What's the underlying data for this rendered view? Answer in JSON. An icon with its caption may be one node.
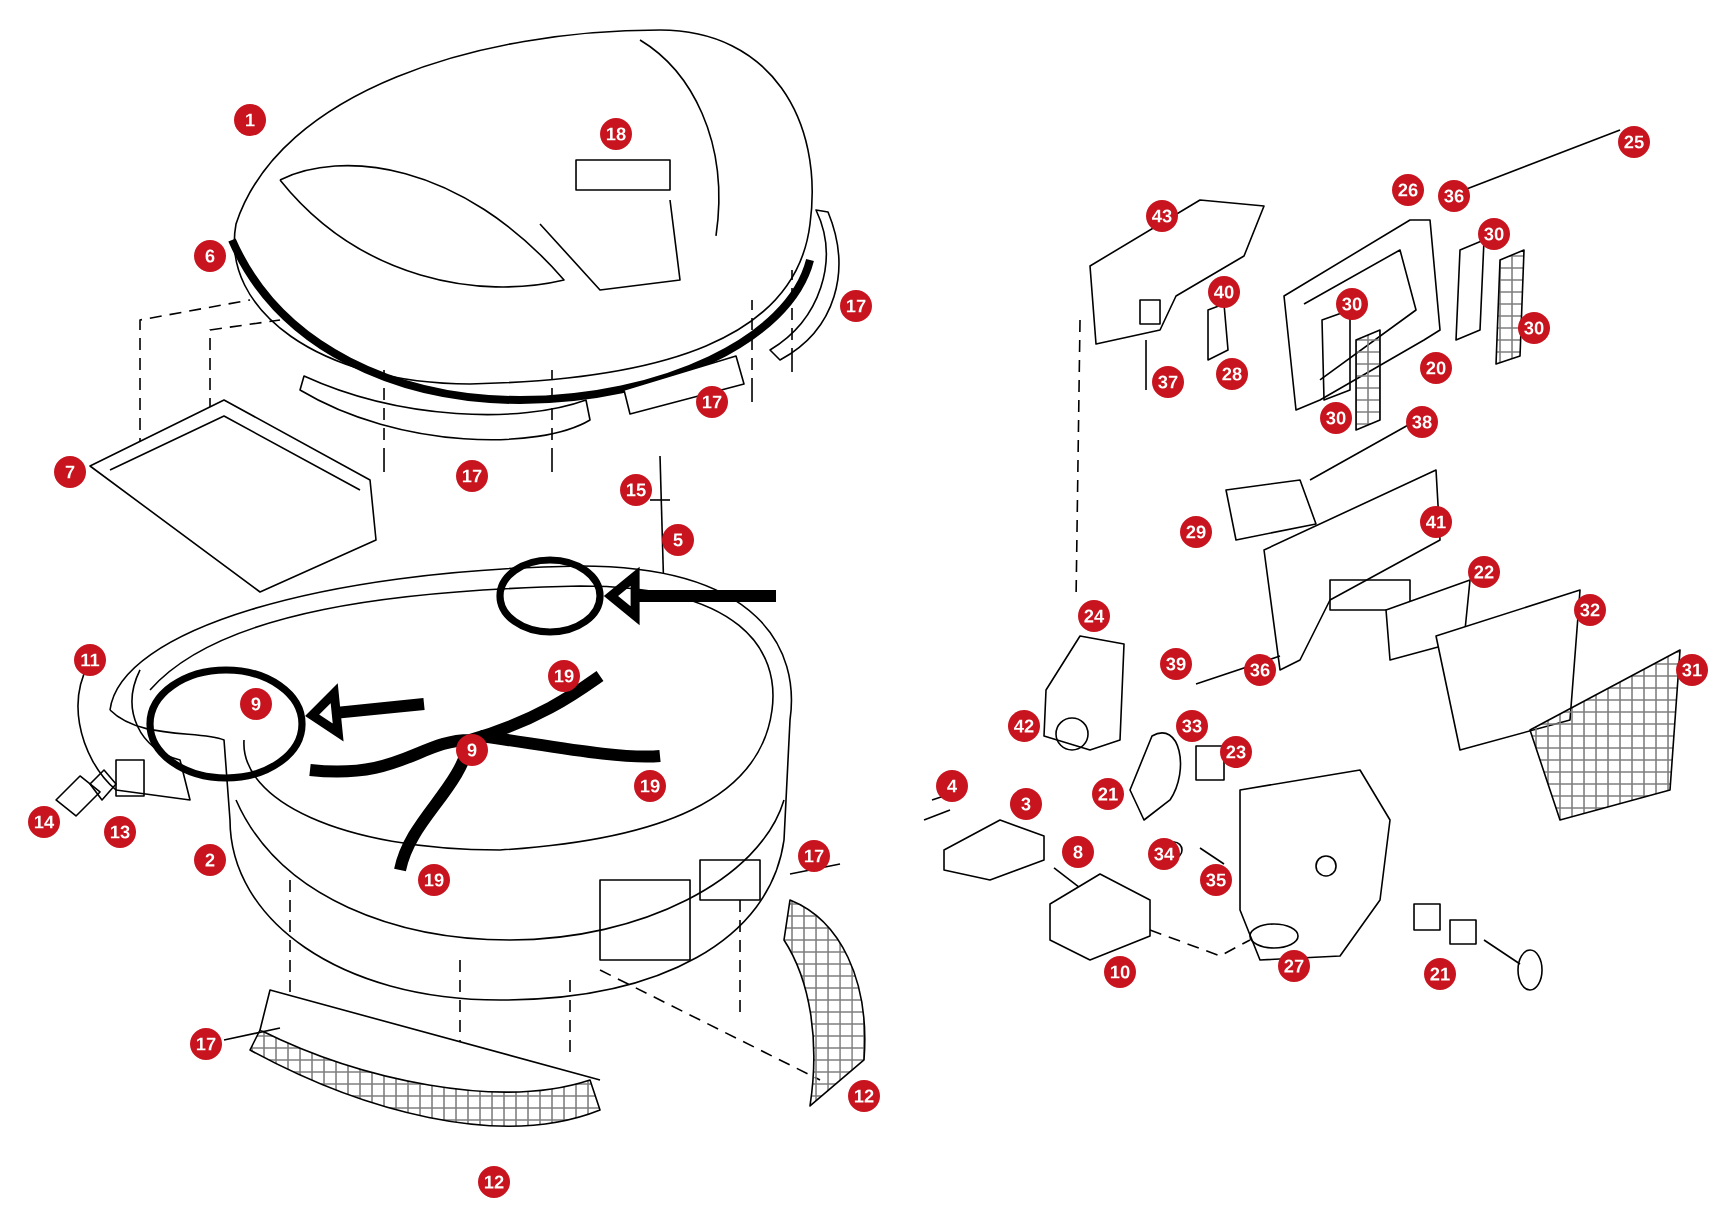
{
  "diagram": {
    "nodes": [
      {
        "text": [],
        "shape": "ellipse"
      },
      {
        "text": [],
        "shape": "ellipse"
      }
    ],
    "edges": [
      {
        "from": null,
        "to": 0,
        "arrow": "to"
      },
      {
        "from": null,
        "to": 1,
        "arrow": "to"
      }
    ],
    "labels": [
      "1",
      "18",
      "25",
      "26",
      "36",
      "43",
      "30",
      "6",
      "17",
      "40",
      "30",
      "30",
      "37",
      "28",
      "20",
      "17",
      "30",
      "38",
      "7",
      "17",
      "15",
      "5",
      "29",
      "41",
      "22",
      "24",
      "32",
      "11",
      "19",
      "39",
      "36",
      "31",
      "9",
      "42",
      "33",
      "9",
      "23",
      "19",
      "4",
      "3",
      "21",
      "14",
      "13",
      "2",
      "17",
      "8",
      "34",
      "19",
      "35",
      "10",
      "27",
      "21",
      "17",
      "12",
      "12"
    ]
  }
}
